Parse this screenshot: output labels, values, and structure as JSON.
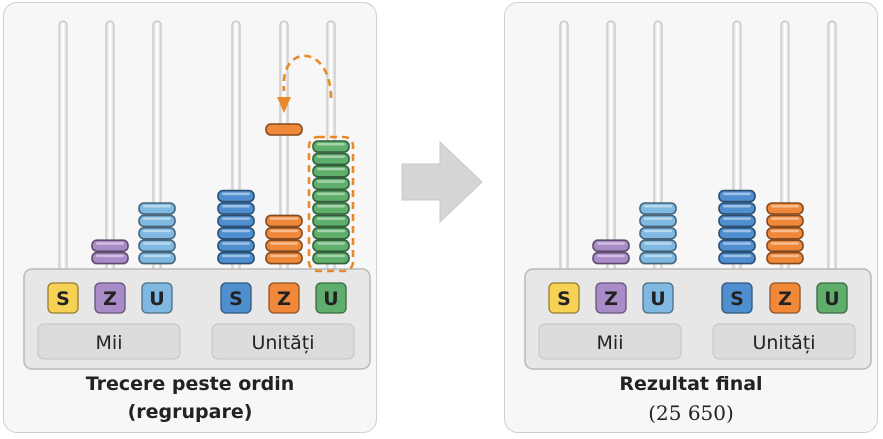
{
  "colors": {
    "S": "#f7d154",
    "Z": "#a98bc7",
    "U": "#7fb8e0",
    "unit_S": "#4f8fcf",
    "unit_Z": "#f0883a",
    "unit_U": "#5fae6c",
    "highlight": "#e98a2a"
  },
  "groups": {
    "thousands": "Mii",
    "units": "Unități"
  },
  "rod_labels": [
    "S",
    "Z",
    "U",
    "S",
    "Z",
    "U"
  ],
  "panels": [
    {
      "id": "left",
      "caption": [
        "Trecere peste ordin",
        "(regrupare)"
      ],
      "bead_counts": [
        0,
        2,
        5,
        6,
        4,
        10
      ],
      "lifted_bead_rod": 4,
      "highlight_rod": 5
    },
    {
      "id": "right",
      "caption": [
        "Rezultat final",
        "(25 650)"
      ],
      "bead_counts": [
        0,
        2,
        5,
        6,
        5,
        0
      ]
    }
  ],
  "number_value": 25650
}
